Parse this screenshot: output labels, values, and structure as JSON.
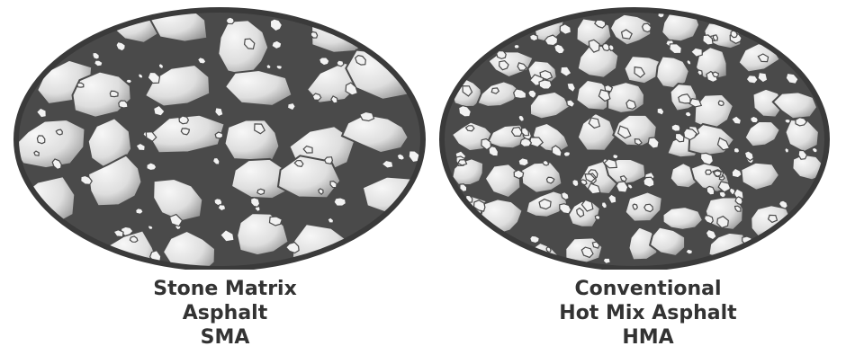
{
  "diagram": {
    "left": {
      "caption_line1": "Stone Matrix",
      "caption_line2": "Asphalt",
      "caption_line3": "SMA"
    },
    "right": {
      "caption_line1": "Conventional",
      "caption_line2": "Hot Mix Asphalt",
      "caption_line3": "HMA"
    }
  },
  "colors": {
    "binder": "#4a4a4a",
    "stone_light": "#f6f6f6",
    "stone_dark": "#9a9a9a",
    "caption_text": "#333333"
  }
}
